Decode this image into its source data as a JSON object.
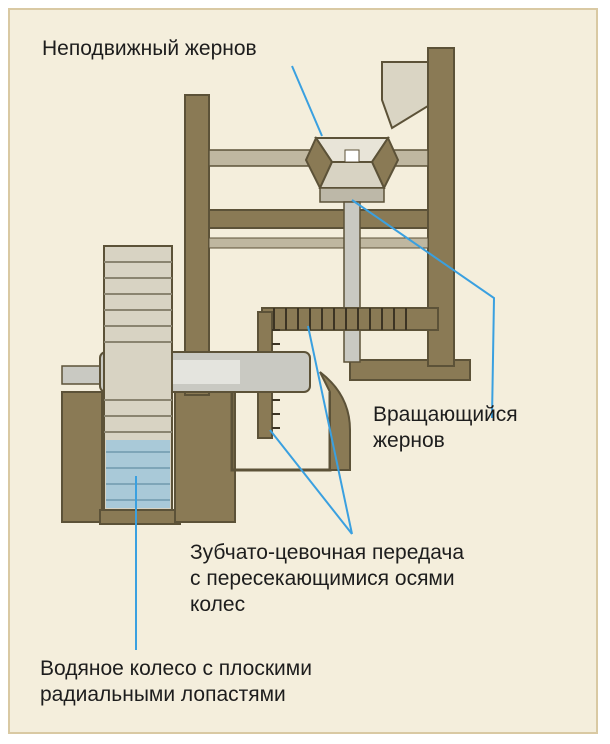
{
  "labels": {
    "fixed_stone": [
      "Неподвижный жернов"
    ],
    "rotating_stone": [
      "Вращающийся",
      "жернов"
    ],
    "gear": [
      "Зубчато-цевочная передача",
      "с пересекающимися осями",
      "колес"
    ],
    "water_wheel": [
      "Водяное колесо с плоскими",
      "радиальными лопастями"
    ]
  },
  "colors": {
    "background": "#f4eedc",
    "wood": "#8a7a55",
    "wood_dark": "#5c5238",
    "metal": "#c9c9c2",
    "stone": "#e8e4d8",
    "water": "#a9c9d8",
    "leader": "#3aa0e0"
  }
}
